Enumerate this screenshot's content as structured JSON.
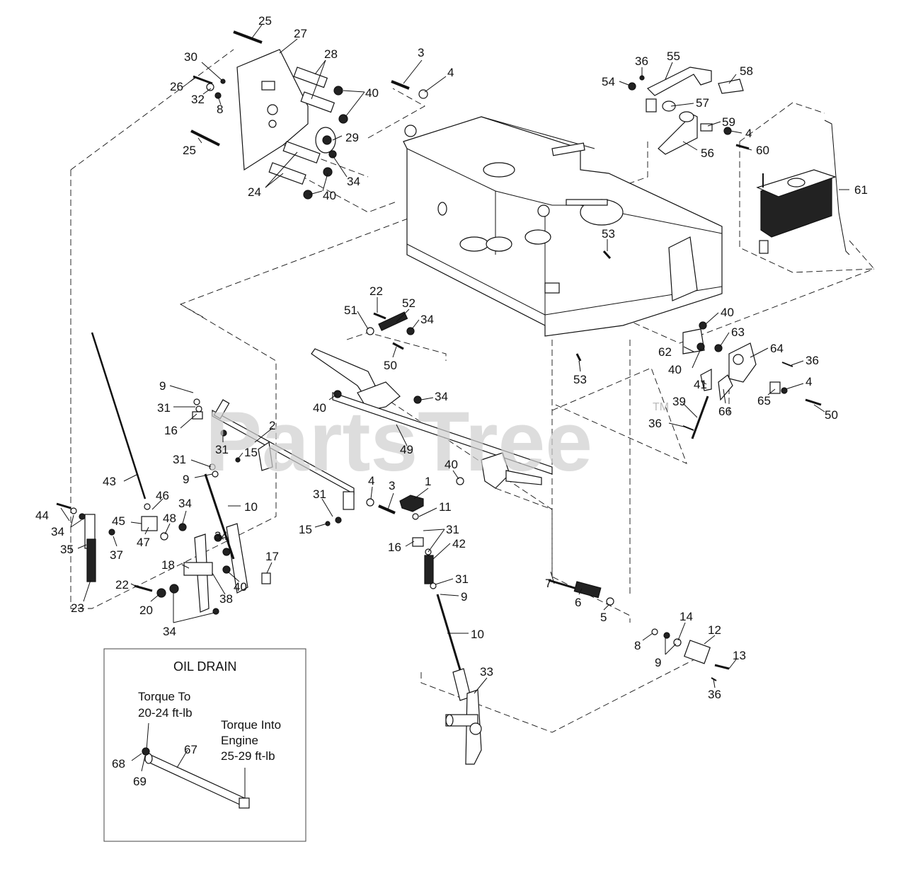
{
  "watermark": {
    "text": "PartsTree",
    "mark": "TM"
  },
  "inset": {
    "title": "OIL DRAIN",
    "torque_to_1": "Torque To",
    "torque_to_2": "20-24 ft-lb",
    "torque_into_1": "Torque Into",
    "torque_into_2": "Engine",
    "torque_into_3": "25-29 ft-lb"
  },
  "callouts": {
    "c1": "1",
    "c2": "2",
    "c3a": "3",
    "c3b": "3",
    "c4a": "4",
    "c4b": "4",
    "c4c": "4",
    "c4d": "4",
    "c5": "5",
    "c6": "6",
    "c7": "7",
    "c8a": "8",
    "c8b": "8",
    "c9a": "9",
    "c9b": "9",
    "c9c": "9",
    "c9d": "9",
    "c10a": "10",
    "c10b": "10",
    "c11": "11",
    "c12": "12",
    "c13": "13",
    "c14": "14",
    "c15a": "15",
    "c15b": "15",
    "c16a": "16",
    "c16b": "16",
    "c17": "17",
    "c18": "18",
    "c20": "20",
    "c22a": "22",
    "c22b": "22",
    "c23": "23",
    "c24": "24",
    "c25a": "25",
    "c25b": "25",
    "c26": "26",
    "c27": "27",
    "c28": "28",
    "c29": "29",
    "c30": "30",
    "c31a": "31",
    "c31b": "31",
    "c31c": "31",
    "c31d": "31",
    "c31e": "31",
    "c31f": "31",
    "c32": "32",
    "c33": "33",
    "c34a": "34",
    "c34b": "34",
    "c34c": "34",
    "c34d": "34",
    "c34e": "34",
    "c34f": "34",
    "c34g": "34",
    "c35": "35",
    "c36a": "36",
    "c36b": "36",
    "c36c": "36",
    "c36d": "36",
    "c37": "37",
    "c38": "38",
    "c39": "39",
    "c40a": "40",
    "c40b": "40",
    "c40c": "40",
    "c40d": "40",
    "c40e": "40",
    "c40f": "40",
    "c40g": "40",
    "c41": "41",
    "c42": "42",
    "c43": "43",
    "c44": "44",
    "c45": "45",
    "c46": "46",
    "c47": "47",
    "c48": "48",
    "c49": "49",
    "c50a": "50",
    "c50b": "50",
    "c51": "51",
    "c52": "52",
    "c53a": "53",
    "c53b": "53",
    "c54": "54",
    "c55": "55",
    "c56": "56",
    "c57": "57",
    "c58": "58",
    "c59": "59",
    "c60": "60",
    "c61": "61",
    "c62": "62",
    "c63": "63",
    "c64": "64",
    "c65": "65",
    "c66": "66",
    "c67": "67",
    "c68": "68",
    "c69": "69"
  }
}
